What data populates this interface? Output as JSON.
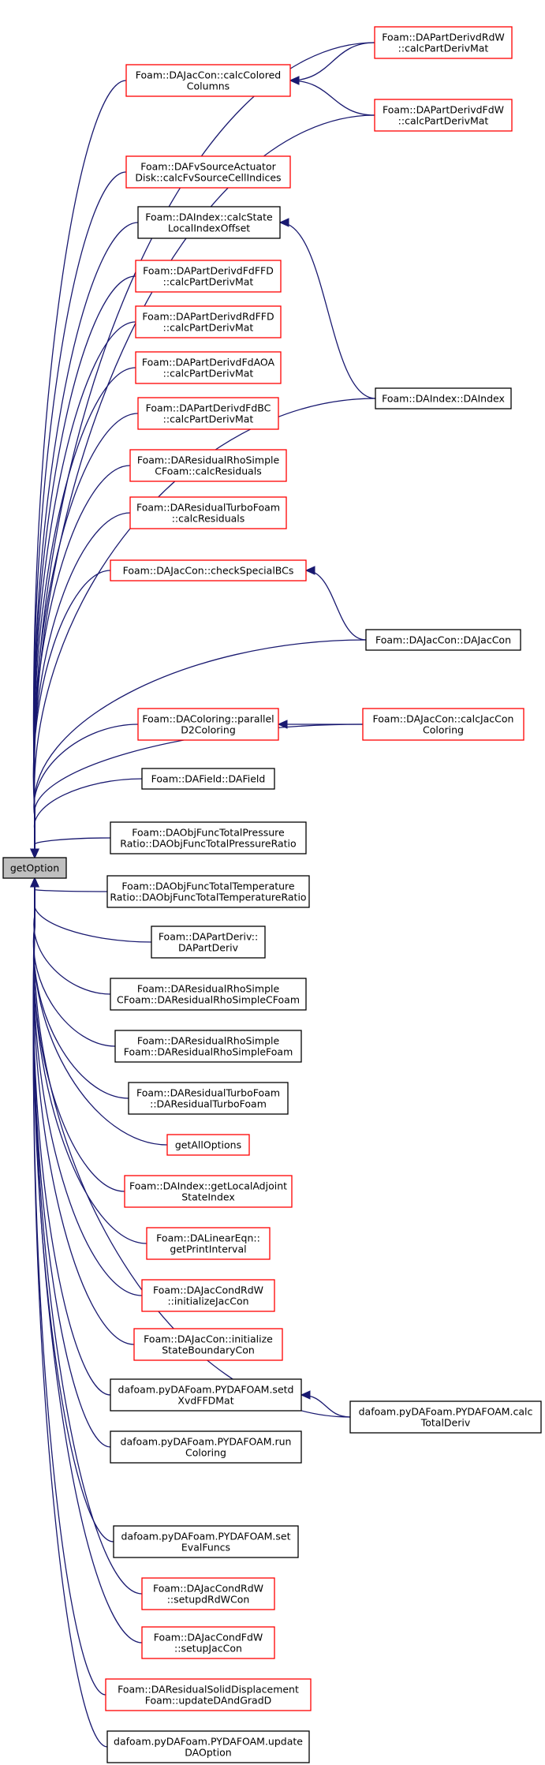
{
  "colors": {
    "edge": "#191970",
    "border_documented": "#000000",
    "border_undocumented": "#ff0000",
    "root_fill": "#bfbfbf"
  },
  "graph": {
    "root": {
      "id": "root",
      "lines": [
        "getOption"
      ]
    },
    "nodes": [
      {
        "id": "calcColored",
        "lines": [
          "Foam::DAJacCon::calcColored",
          "Columns"
        ],
        "border": "red"
      },
      {
        "id": "fvSource",
        "lines": [
          "Foam::DAFvSourceActuator",
          "Disk::calcFvSourceCellIndices"
        ],
        "border": "red"
      },
      {
        "id": "calcState",
        "lines": [
          "Foam::DAIndex::calcState",
          "LocalIndexOffset"
        ],
        "border": "black"
      },
      {
        "id": "dFdFFD",
        "lines": [
          "Foam::DAPartDerivdFdFFD",
          "::calcPartDerivMat"
        ],
        "border": "red"
      },
      {
        "id": "dRdFFD",
        "lines": [
          "Foam::DAPartDerivdRdFFD",
          "::calcPartDerivMat"
        ],
        "border": "red"
      },
      {
        "id": "dFdAOA",
        "lines": [
          "Foam::DAPartDerivdFdAOA",
          "::calcPartDerivMat"
        ],
        "border": "red"
      },
      {
        "id": "dFdBC",
        "lines": [
          "Foam::DAPartDerivdFdBC",
          "::calcPartDerivMat"
        ],
        "border": "red"
      },
      {
        "id": "rhoCalcRes",
        "lines": [
          "Foam::DAResidualRhoSimple",
          "CFoam::calcResiduals"
        ],
        "border": "red"
      },
      {
        "id": "turboCalcRes",
        "lines": [
          "Foam::DAResidualTurboFoam",
          "::calcResiduals"
        ],
        "border": "red"
      },
      {
        "id": "checkSpecial",
        "lines": [
          "Foam::DAJacCon::checkSpecialBCs"
        ],
        "border": "red"
      },
      {
        "id": "parallelD2",
        "lines": [
          "Foam::DAColoring::parallel",
          "D2Coloring"
        ],
        "border": "red"
      },
      {
        "id": "daField",
        "lines": [
          "Foam::DAField::DAField"
        ],
        "border": "black"
      },
      {
        "id": "totalPressure",
        "lines": [
          "Foam::DAObjFuncTotalPressure",
          "Ratio::DAObjFuncTotalPressureRatio"
        ],
        "border": "black"
      },
      {
        "id": "totalTemp",
        "lines": [
          "Foam::DAObjFuncTotalTemperature",
          "Ratio::DAObjFuncTotalTemperatureRatio"
        ],
        "border": "black"
      },
      {
        "id": "partDeriv",
        "lines": [
          "Foam::DAPartDeriv::",
          "DAPartDeriv"
        ],
        "border": "black"
      },
      {
        "id": "rhoSimpleC",
        "lines": [
          "Foam::DAResidualRhoSimple",
          "CFoam::DAResidualRhoSimpleCFoam"
        ],
        "border": "black"
      },
      {
        "id": "rhoSimple",
        "lines": [
          "Foam::DAResidualRhoSimple",
          "Foam::DAResidualRhoSimpleFoam"
        ],
        "border": "black"
      },
      {
        "id": "turboCtor",
        "lines": [
          "Foam::DAResidualTurboFoam",
          "::DAResidualTurboFoam"
        ],
        "border": "black"
      },
      {
        "id": "getAll",
        "lines": [
          "getAllOptions"
        ],
        "border": "red"
      },
      {
        "id": "getLocal",
        "lines": [
          "Foam::DAIndex::getLocalAdjoint",
          "StateIndex"
        ],
        "border": "red"
      },
      {
        "id": "printInterval",
        "lines": [
          "Foam::DALinearEqn::",
          "getPrintInterval"
        ],
        "border": "red"
      },
      {
        "id": "initJacCon",
        "lines": [
          "Foam::DAJacCondRdW",
          "::initializeJacCon"
        ],
        "border": "red"
      },
      {
        "id": "initState",
        "lines": [
          "Foam::DAJacCon::initialize",
          "StateBoundaryCon"
        ],
        "border": "red"
      },
      {
        "id": "setdXvdFFD",
        "lines": [
          "dafoam.pyDAFoam.PYDAFOAM.setd",
          "XvdFFDMat"
        ],
        "border": "black"
      },
      {
        "id": "runColoring",
        "lines": [
          "dafoam.pyDAFoam.PYDAFOAM.run",
          "Coloring"
        ],
        "border": "black"
      },
      {
        "id": "setEval",
        "lines": [
          "dafoam.pyDAFoam.PYDAFOAM.set",
          "EvalFuncs"
        ],
        "border": "black"
      },
      {
        "id": "setupdRdW",
        "lines": [
          "Foam::DAJacCondRdW",
          "::setupdRdWCon"
        ],
        "border": "red"
      },
      {
        "id": "setupJac",
        "lines": [
          "Foam::DAJacCondFdW",
          "::setupJacCon"
        ],
        "border": "red"
      },
      {
        "id": "solidDisp",
        "lines": [
          "Foam::DAResidualSolidDisplacement",
          "Foam::updateDAndGradD"
        ],
        "border": "red"
      },
      {
        "id": "updateDA",
        "lines": [
          "dafoam.pyDAFoam.PYDAFOAM.update",
          "DAOption"
        ],
        "border": "black"
      },
      {
        "id": "dRdW",
        "lines": [
          "Foam::DAPartDerivdRdW",
          "::calcPartDerivMat"
        ],
        "border": "red"
      },
      {
        "id": "dFdW",
        "lines": [
          "Foam::DAPartDerivdFdW",
          "::calcPartDerivMat"
        ],
        "border": "red"
      },
      {
        "id": "daIndex",
        "lines": [
          "Foam::DAIndex::DAIndex"
        ],
        "border": "black"
      },
      {
        "id": "jacConCtor",
        "lines": [
          "Foam::DAJacCon::DAJacCon"
        ],
        "border": "black"
      },
      {
        "id": "calcJacColoring",
        "lines": [
          "Foam::DAJacCon::calcJacCon",
          "Coloring"
        ],
        "border": "red"
      },
      {
        "id": "calcTotal",
        "lines": [
          "dafoam.pyDAFoam.PYDAFOAM.calc",
          "TotalDeriv"
        ],
        "border": "black"
      }
    ],
    "edges": [
      {
        "from": "calcColored",
        "to": "root"
      },
      {
        "from": "fvSource",
        "to": "root"
      },
      {
        "from": "calcState",
        "to": "root"
      },
      {
        "from": "dFdFFD",
        "to": "root"
      },
      {
        "from": "dRdFFD",
        "to": "root"
      },
      {
        "from": "dFdAOA",
        "to": "root"
      },
      {
        "from": "dFdBC",
        "to": "root"
      },
      {
        "from": "rhoCalcRes",
        "to": "root"
      },
      {
        "from": "turboCalcRes",
        "to": "root"
      },
      {
        "from": "checkSpecial",
        "to": "root"
      },
      {
        "from": "parallelD2",
        "to": "root"
      },
      {
        "from": "daField",
        "to": "root"
      },
      {
        "from": "totalPressure",
        "to": "root"
      },
      {
        "from": "totalTemp",
        "to": "root"
      },
      {
        "from": "partDeriv",
        "to": "root"
      },
      {
        "from": "rhoSimpleC",
        "to": "root"
      },
      {
        "from": "rhoSimple",
        "to": "root"
      },
      {
        "from": "turboCtor",
        "to": "root"
      },
      {
        "from": "getAll",
        "to": "root"
      },
      {
        "from": "getLocal",
        "to": "root"
      },
      {
        "from": "printInterval",
        "to": "root"
      },
      {
        "from": "initJacCon",
        "to": "root"
      },
      {
        "from": "initState",
        "to": "root"
      },
      {
        "from": "setdXvdFFD",
        "to": "root"
      },
      {
        "from": "runColoring",
        "to": "root"
      },
      {
        "from": "setEval",
        "to": "root"
      },
      {
        "from": "setupdRdW",
        "to": "root"
      },
      {
        "from": "setupJac",
        "to": "root"
      },
      {
        "from": "solidDisp",
        "to": "root"
      },
      {
        "from": "updateDA",
        "to": "root"
      },
      {
        "from": "dRdW",
        "to": "root"
      },
      {
        "from": "dFdW",
        "to": "root"
      },
      {
        "from": "daIndex",
        "to": "root"
      },
      {
        "from": "jacConCtor",
        "to": "root"
      },
      {
        "from": "calcJacColoring",
        "to": "root"
      },
      {
        "from": "calcTotal",
        "to": "root"
      },
      {
        "from": "dRdW",
        "to": "calcColored"
      },
      {
        "from": "dFdW",
        "to": "calcColored"
      },
      {
        "from": "daIndex",
        "to": "calcState"
      },
      {
        "from": "jacConCtor",
        "to": "checkSpecial"
      },
      {
        "from": "calcJacColoring",
        "to": "parallelD2"
      },
      {
        "from": "calcTotal",
        "to": "setdXvdFFD"
      }
    ]
  }
}
